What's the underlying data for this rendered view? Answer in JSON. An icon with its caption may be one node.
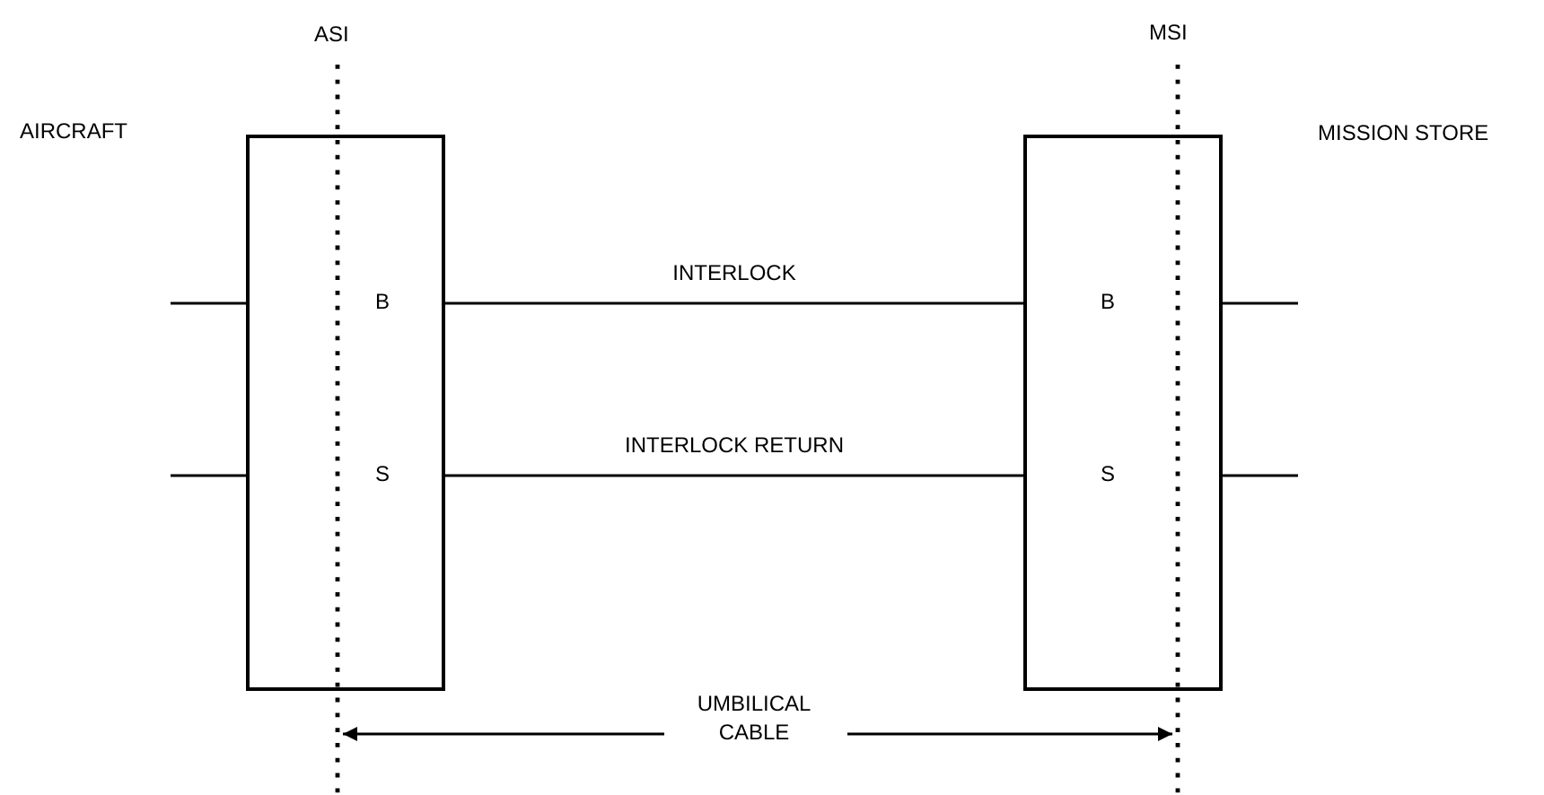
{
  "diagram": {
    "nodes": [
      {
        "text": [
          "B",
          "S"
        ]
      },
      {
        "text": [
          "B",
          "S"
        ]
      }
    ],
    "edges": [
      {
        "from": 0,
        "to": 1,
        "arrow": "none",
        "label": "INTERLOCK"
      },
      {
        "from": 0,
        "to": 1,
        "arrow": "none",
        "label": "INTERLOCK RETURN"
      },
      {
        "from": null,
        "to": 0,
        "arrow": "none"
      },
      {
        "from": null,
        "to": 0,
        "arrow": "none"
      },
      {
        "from": 1,
        "to": null,
        "arrow": "none"
      },
      {
        "from": 1,
        "to": null,
        "arrow": "none"
      }
    ],
    "labels": [
      "ASI",
      "MSI",
      "AIRCRAFT",
      "MISSION STORE",
      "UMBILICAL CABLE"
    ]
  }
}
